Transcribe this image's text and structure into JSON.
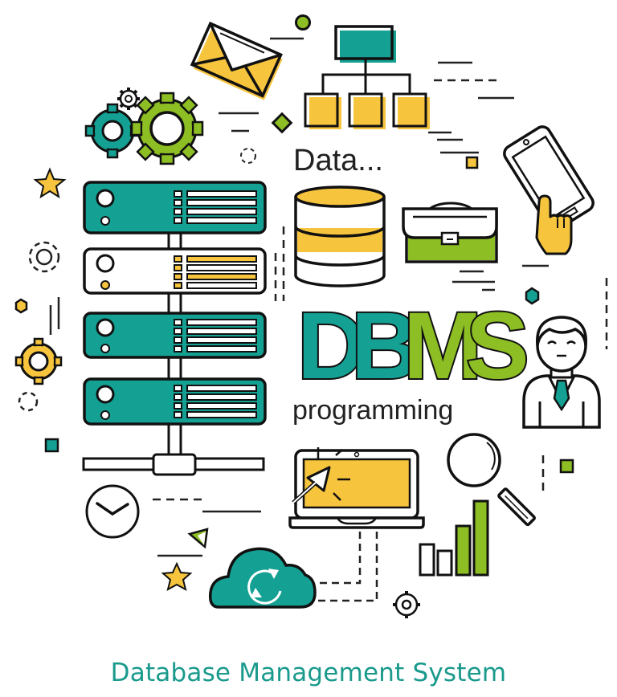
{
  "illustration": {
    "headline": "DBMS",
    "headline_letters": [
      "D",
      "B",
      "M",
      "S"
    ],
    "subheadline": "programming",
    "data_label": "Data...",
    "caption": "Database Management System"
  },
  "colors": {
    "teal": "#14a093",
    "green": "#8dbe24",
    "yellow": "#f7c43d",
    "outline": "#1a1a1a",
    "caption": "#1a9a8c"
  },
  "icons": [
    "server-rack-icon",
    "database-icon",
    "briefcase-icon",
    "hierarchy-chart-icon",
    "envelope-icon",
    "gears-icon",
    "smartphone-touch-icon",
    "user-businessman-icon",
    "laptop-cursor-icon",
    "magnifier-icon",
    "bar-chart-icon",
    "cloud-sync-icon",
    "clock-icon",
    "star-icon",
    "gear-icon",
    "hexagon-icon",
    "diamond-icon"
  ],
  "server_rack": {
    "units": [
      {
        "color": "teal",
        "indicator": "white"
      },
      {
        "color": "white",
        "indicator": "yellow"
      },
      {
        "color": "teal",
        "indicator": "white"
      },
      {
        "color": "teal",
        "indicator": "white"
      }
    ]
  },
  "bar_chart": {
    "bars": [
      {
        "height": 38,
        "color": "white"
      },
      {
        "height": 30,
        "color": "white"
      },
      {
        "height": 64,
        "color": "green"
      },
      {
        "height": 94,
        "color": "green"
      }
    ]
  }
}
